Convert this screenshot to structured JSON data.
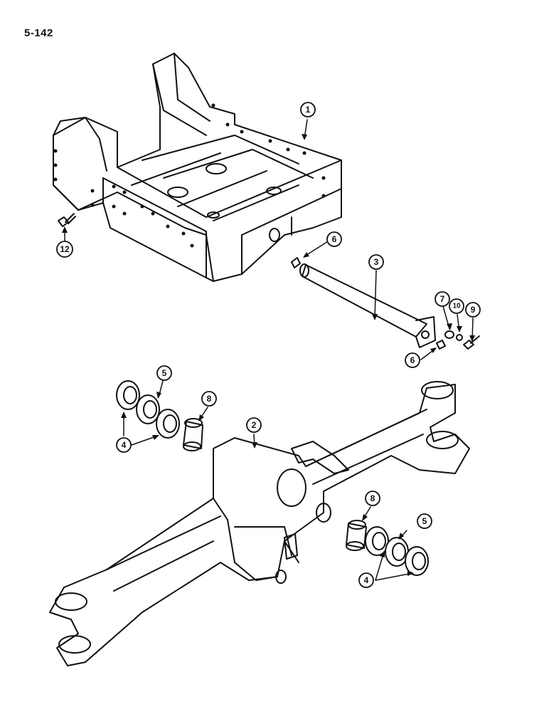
{
  "page": {
    "ref": "5-142"
  },
  "callouts": [
    "1",
    "2",
    "3",
    "4",
    "4",
    "5",
    "5",
    "6",
    "6",
    "7",
    "8",
    "8",
    "9",
    "10",
    "12"
  ]
}
